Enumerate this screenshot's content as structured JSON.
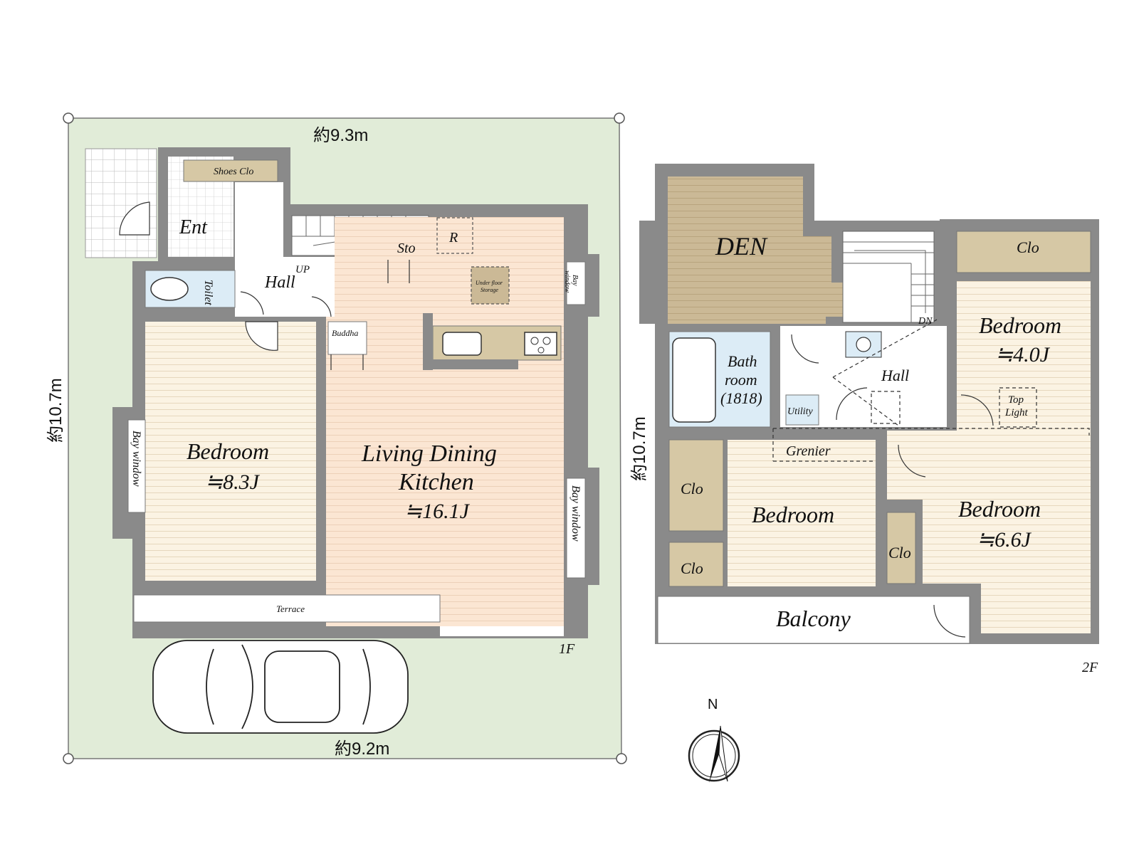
{
  "floor1": {
    "plan_label": "1F",
    "dim_top": "約9.3m",
    "dim_bottom": "約9.2m",
    "dim_left": "約10.7m",
    "rooms": {
      "entrance": "Ent",
      "shoes_closet": "Shoes Clo",
      "toilet": "Toilet",
      "hall": "Hall",
      "up": "UP",
      "storage": "Sto",
      "refrigerator": "R",
      "underfloor_line1": "Under floor",
      "underfloor_line2": "Storage",
      "buddha": "Buddha",
      "bay_window_kitchen_1": "Bay",
      "bay_window_kitchen_2": "window",
      "bay_window_left": "Bay window",
      "bay_window_right": "Bay window",
      "bedroom": "Bedroom",
      "bedroom_size": "≒8.3J",
      "ldk_line1": "Living Dining",
      "ldk_line2": "Kitchen",
      "ldk_size": "≒16.1J",
      "terrace": "Terrace"
    }
  },
  "floor2": {
    "plan_label": "2F",
    "dim_left": "約10.7m",
    "rooms": {
      "den": "DEN",
      "closet_top": "Clo",
      "bedroom_ne": "Bedroom",
      "bedroom_ne_size": "≒4.0J",
      "dn": "DN",
      "bath_line1": "Bath",
      "bath_line2": "room",
      "bath_line3": "(1818)",
      "hall": "Hall",
      "utility": "Utility",
      "top_light_1": "Top",
      "top_light_2": "Light",
      "grenier": "Grenier",
      "closet_w1": "Clo",
      "closet_w2": "Clo",
      "bedroom_s": "Bedroom",
      "closet_mid": "Clo",
      "bedroom_se": "Bedroom",
      "bedroom_se_size": "≒6.6J",
      "balcony": "Balcony"
    }
  },
  "compass": {
    "north": "N"
  },
  "colors": {
    "lot": "#e1ecd8",
    "wall": "#8a8a8a",
    "wood_floor": "#fbf3e3",
    "ldk_floor": "#fbe6d3",
    "den": "#cbb996",
    "closet": "#d6c8a5",
    "wet": "#dcecf6",
    "tile": "#ffffff"
  }
}
